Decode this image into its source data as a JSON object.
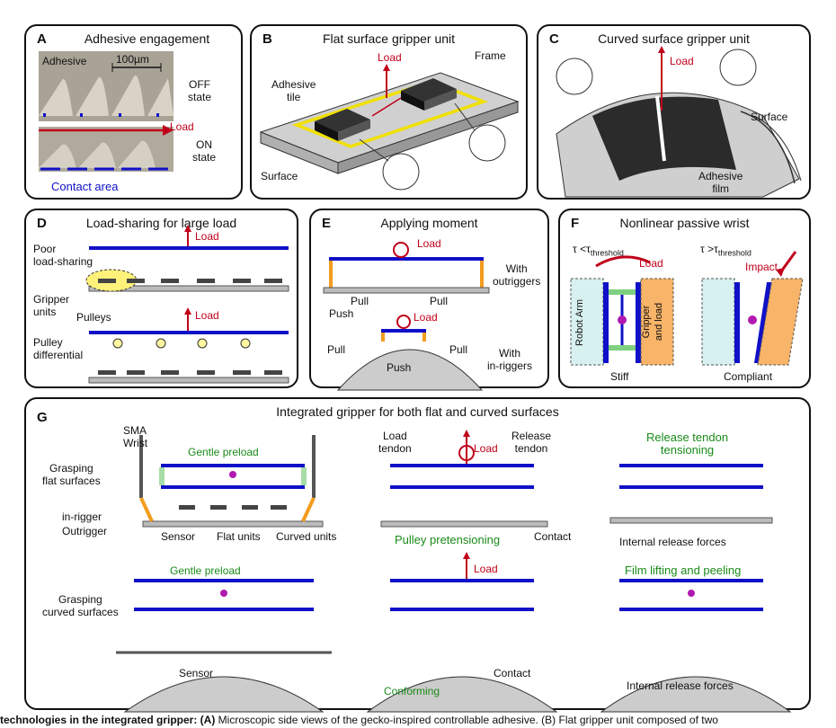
{
  "panels": {
    "a": {
      "letter": "A",
      "title": "Adhesive engagement",
      "adhesive": "Adhesive",
      "scale": "100µm",
      "off": "OFF\nstate",
      "load": "Load",
      "on": "ON\nstate",
      "contact": "Contact area"
    },
    "b": {
      "letter": "B",
      "title": "Flat surface gripper unit",
      "load": "Load",
      "frame": "Frame",
      "tile": "Adhesive\ntile",
      "surface": "Surface"
    },
    "c": {
      "letter": "C",
      "title": "Curved surface gripper unit",
      "load": "Load",
      "surface": "Surface",
      "film": "Adhesive\nfilm"
    },
    "d": {
      "letter": "D",
      "title": "Load-sharing for large load",
      "load1": "Load",
      "poor": "Poor\nload-sharing",
      "units": "Gripper\nunits",
      "pulleys": "Pulleys",
      "load2": "Load",
      "diff": "Pulley\ndifferential"
    },
    "e": {
      "letter": "E",
      "title": "Applying moment",
      "load1": "Load",
      "outriggers": "With\noutriggers",
      "pull1": "Pull",
      "pull2": "Pull",
      "push1": "Push",
      "load2": "Load",
      "pull3": "Pull",
      "pull4": "Pull",
      "push2": "Push",
      "inriggers": "With\nin-riggers"
    },
    "f": {
      "letter": "F",
      "title": "Nonlinear passive wrist",
      "tau1": "τ <τ",
      "thr1": "threshold",
      "load": "Load",
      "tau2": "τ >τ",
      "thr2": "threshold",
      "impact": "Impact",
      "robot": "Robot Arm",
      "gripper": "Gripper\nand load",
      "stiff": "Stiff",
      "compliant": "Compliant"
    },
    "g": {
      "letter": "G",
      "title": "Integrated gripper for both flat and curved surfaces",
      "sma": "SMA\nWrist",
      "preload1": "Gentle preload",
      "grasp_flat": "Grasping\nflat surfaces",
      "inrigger": "in-rigger",
      "outrigger": "Outrigger",
      "sensor1": "Sensor",
      "flat_units": "Flat units",
      "curved_units": "Curved units",
      "load_tendon": "Load\ntendon",
      "load1": "Load",
      "release_tendon": "Release\ntendon",
      "pulley_pre": "Pulley pretensioning",
      "contact1": "Contact",
      "release_tension": "Release tendon\ntensioning",
      "internal1": "Internal release forces",
      "preload2": "Gentle preload",
      "grasp_curved": "Grasping\ncurved surfaces",
      "sensor2": "Sensor",
      "load2": "Load",
      "conforming": "Conforming",
      "contact2": "Contact",
      "film_lift": "Film lifting and peeling",
      "internal2": "Internal release forces"
    }
  },
  "caption": {
    "bold": "technologies in the integrated gripper: (A)",
    "rest": " Microscopic side views of the gecko-inspired controllable adhesive. (B) Flat gripper unit composed of two"
  }
}
